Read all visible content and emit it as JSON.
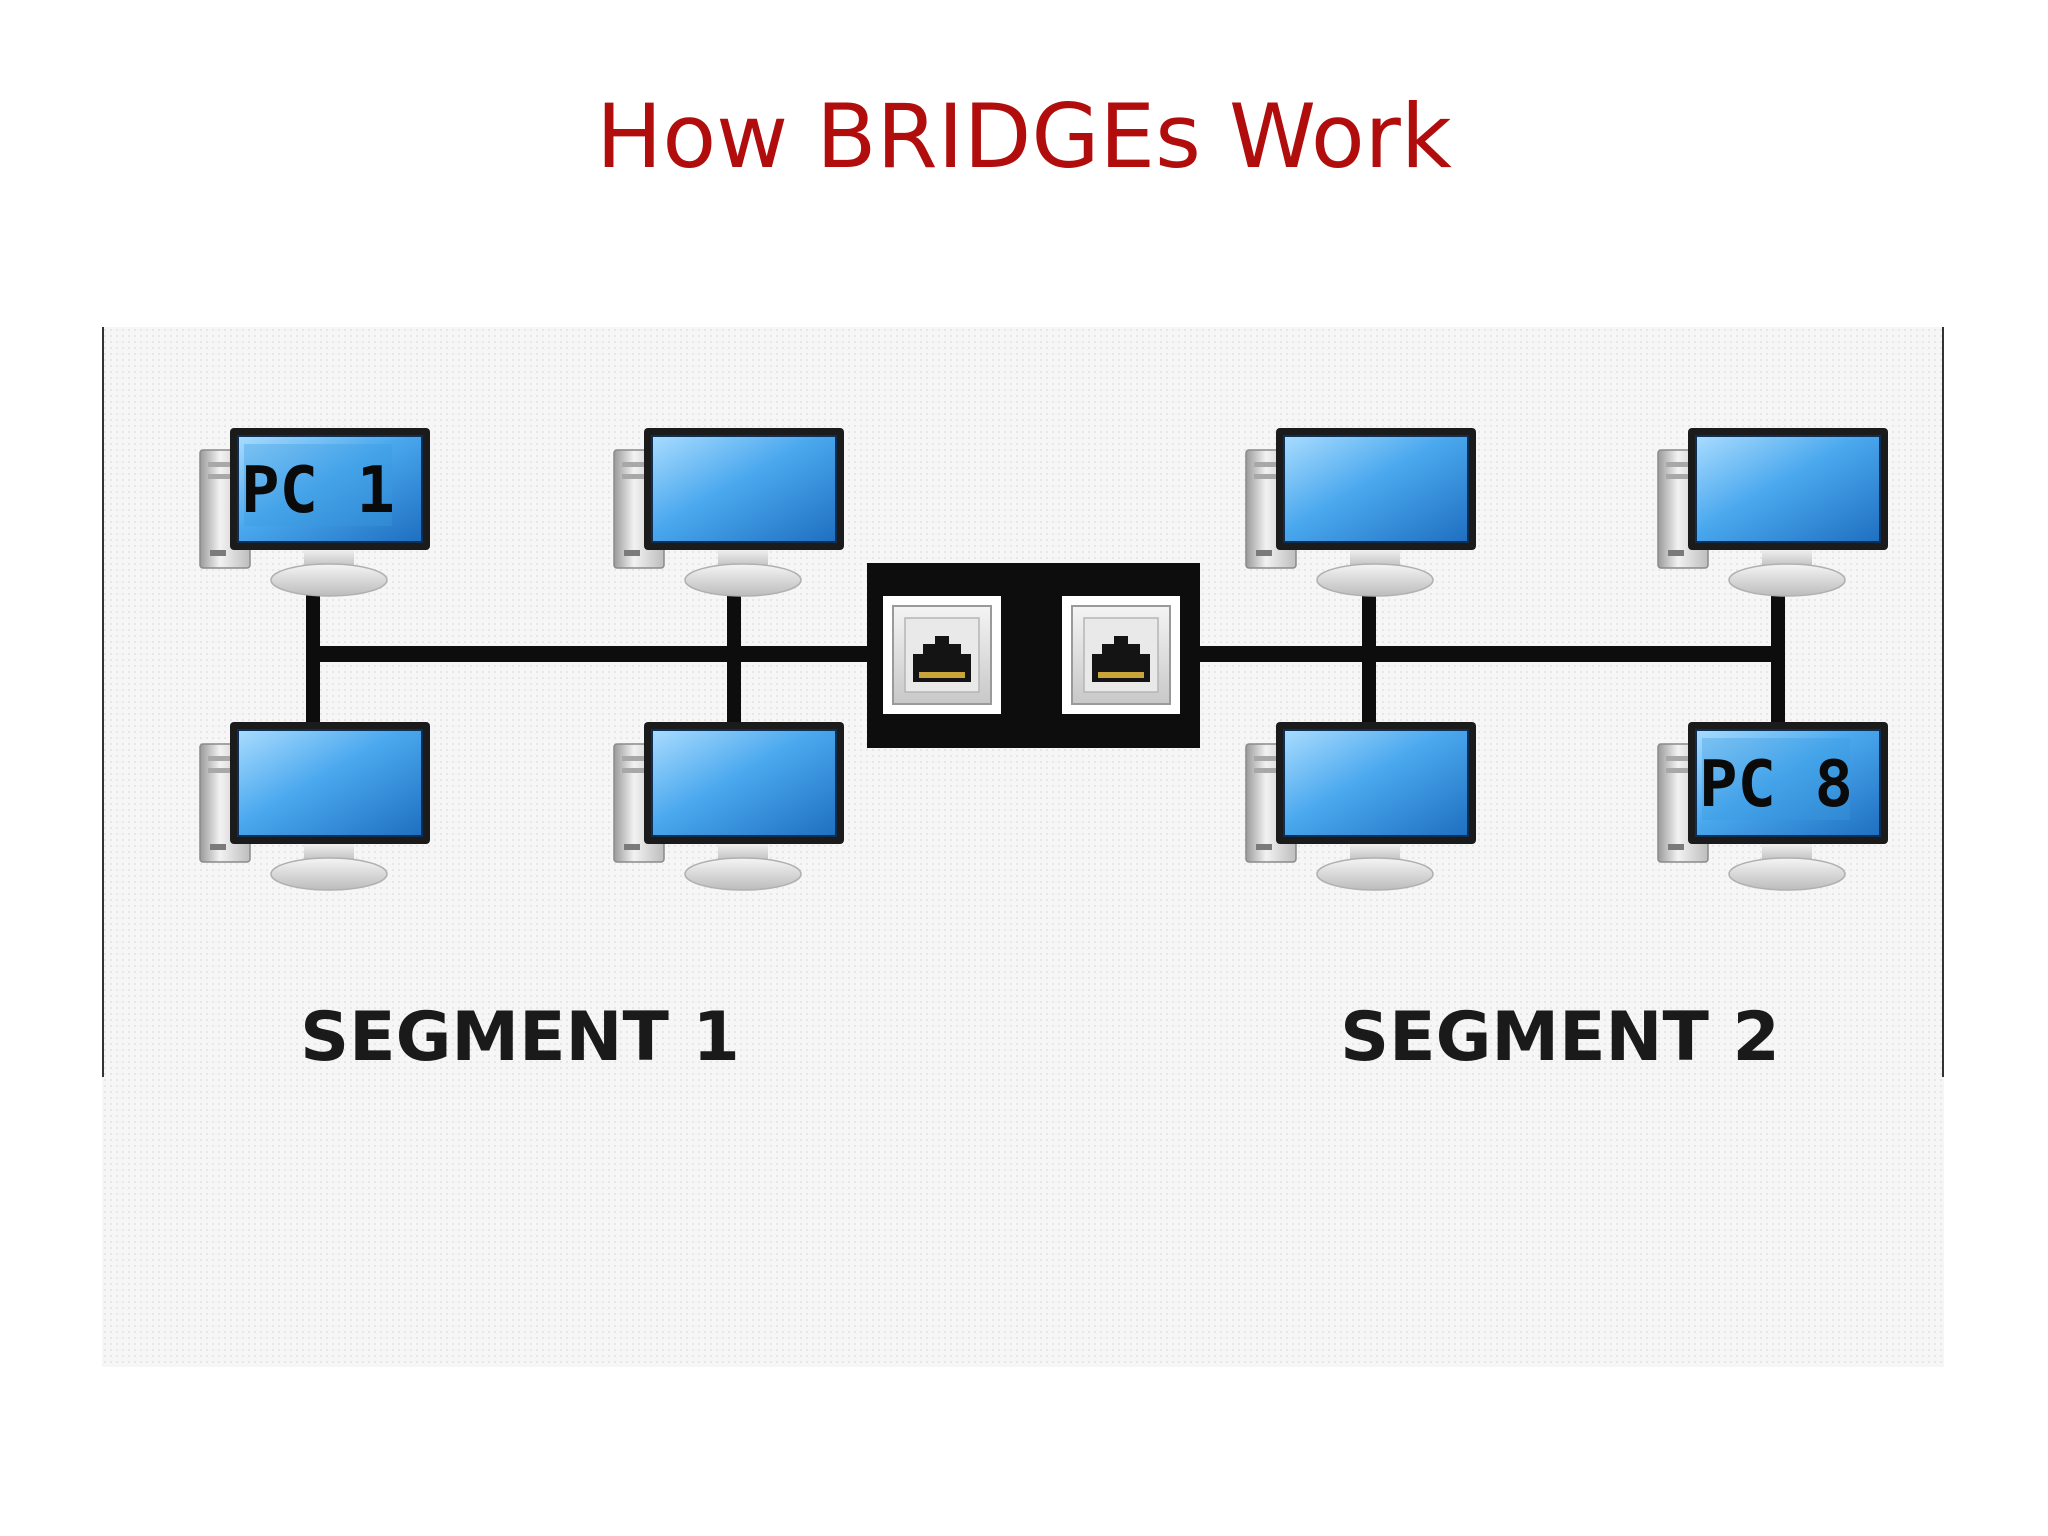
{
  "slide": {
    "title": "How BRIDGEs Work"
  },
  "diagram": {
    "segments": [
      {
        "label": "SEGMENT 1"
      },
      {
        "label": "SEGMENT 2"
      }
    ],
    "pcs": [
      {
        "id": "pc-1",
        "label": "PC 1"
      },
      {
        "id": "pc-8",
        "label": "PC 8"
      }
    ],
    "bridge": {
      "ports": 2
    },
    "colors": {
      "title": "#b10d0d",
      "screen": "#3a9be0",
      "cable": "#0d0d0d",
      "bridge": "#0d0d0d"
    }
  }
}
